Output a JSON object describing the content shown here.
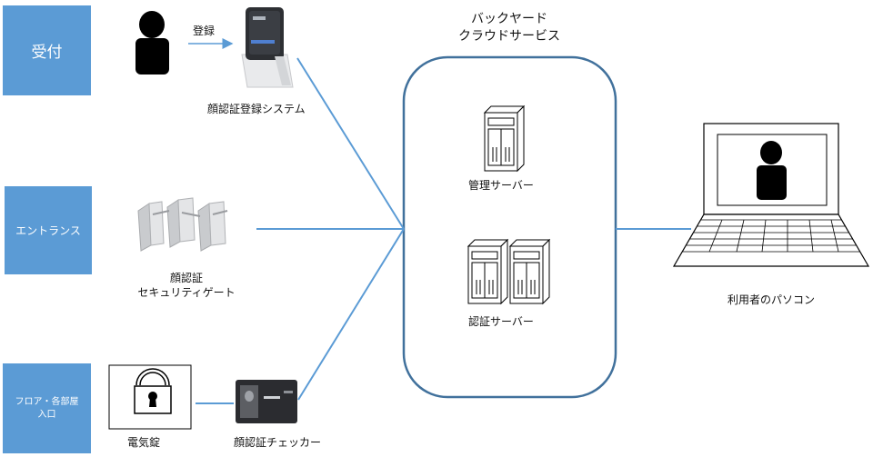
{
  "left_boxes": {
    "reception": "受付",
    "entrance": "エントランス",
    "floor_rooms_line1": "フロア・各部屋",
    "floor_rooms_line2": "入口"
  },
  "labels": {
    "register_arrow": "登録",
    "face_registration_system": "顔認証登録システム",
    "face_gate_line1": "顔認証",
    "face_gate_line2": "セキュリティゲート",
    "electric_lock": "電気錠",
    "face_checker": "顔認証チェッカー",
    "backyard_line1": "バックヤード",
    "backyard_line2": "クラウドサービス",
    "management_server": "管理サーバー",
    "auth_server": "認証サーバー",
    "user_pc": "利用者のパソコン"
  },
  "colors": {
    "box_fill": "#5b9bd5",
    "connector": "#5b9bd5",
    "cloud_border": "#41719c"
  }
}
